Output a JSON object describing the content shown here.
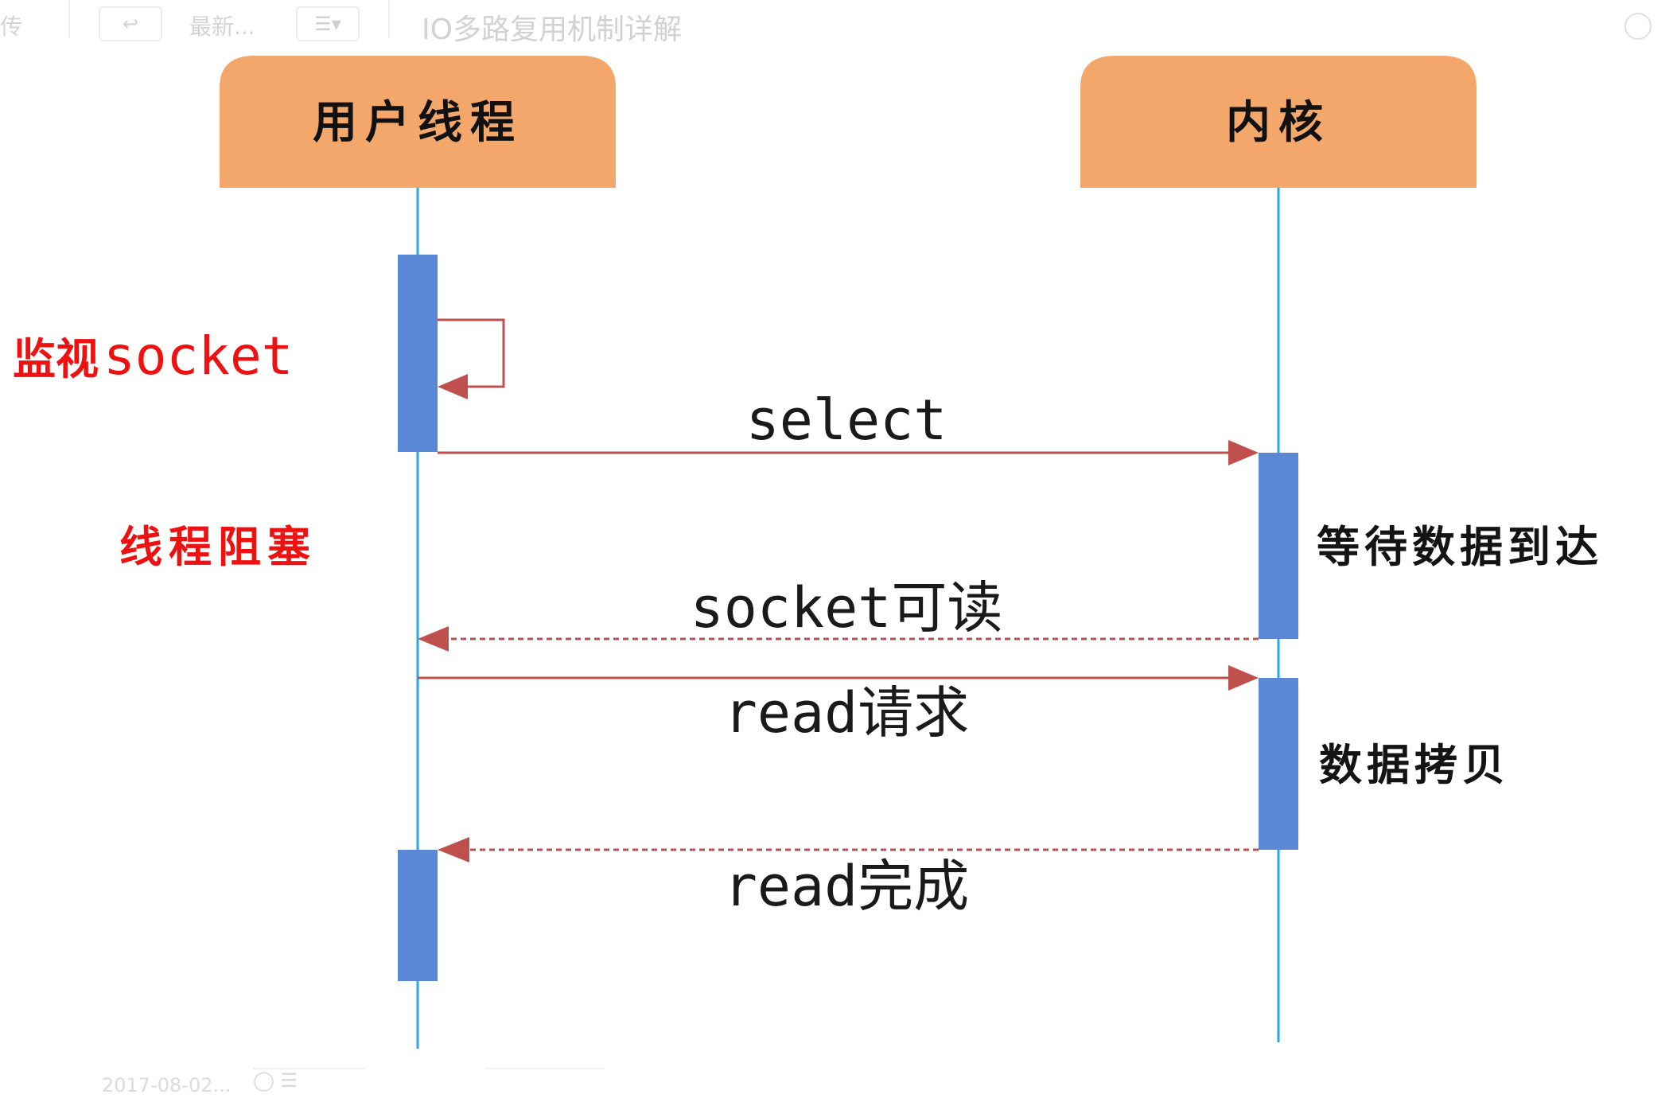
{
  "toolbar": {
    "left_text": "传",
    "latest_label": "最新...",
    "title": "IO多路复用机制详解"
  },
  "footer": {
    "date": "2017-08-02..."
  },
  "actors": {
    "user": "用户线程",
    "kernel": "内核"
  },
  "messages": {
    "select": "select",
    "socket_readable": "socket可读",
    "read_request": "read请求",
    "read_done": "read完成"
  },
  "notes": {
    "monitor_prefix": "监视",
    "monitor_suffix": "socket",
    "thread_blocked": "线程阻塞",
    "wait_data": "等待数据到达",
    "data_copy": "数据拷贝"
  },
  "colors": {
    "actor_fill": "#f4a76b",
    "lifeline": "#2aa7e0",
    "activation": "#5b88d6",
    "arrow": "#c0504d",
    "red_text": "#ee1111"
  }
}
